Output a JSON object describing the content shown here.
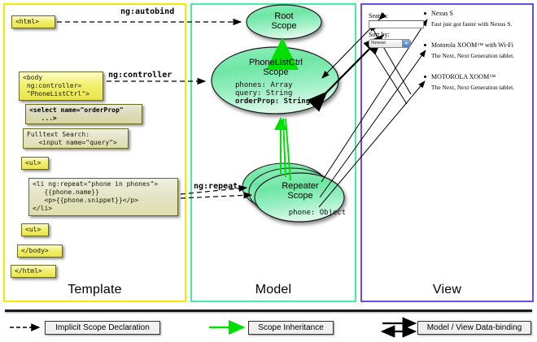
{
  "columns": [
    {
      "id": "template",
      "label": "Template",
      "border_color": "#f2ea00"
    },
    {
      "id": "model",
      "label": "Model",
      "border_color": "#49e9a6"
    },
    {
      "id": "view",
      "label": "View",
      "border_color": "#6a4de0"
    }
  ],
  "template": {
    "boxes": [
      {
        "id": "html-open",
        "text": "<html>"
      },
      {
        "id": "body-open",
        "text": "<body\n ng:controller=\n \"PhoneListCtrl\">"
      },
      {
        "id": "select-tag",
        "text": "<select name=\"orderProp\"\n   ...>"
      },
      {
        "id": "fulltext",
        "text": "Fulltext Search:\n   <input name=\"query\">"
      },
      {
        "id": "ul-open",
        "text": "<ul>"
      },
      {
        "id": "li-repeat",
        "text": "<li ng:repeat=\"phone in phones\">\n   {{phone.name}}\n   <p>{{phone.snippet}}</p>\n</li>"
      },
      {
        "id": "ul-close",
        "text": "<ul>"
      },
      {
        "id": "body-close",
        "text": "</body>"
      },
      {
        "id": "html-close",
        "text": "</html>"
      }
    ]
  },
  "edge_labels": [
    {
      "id": "ng-autobind",
      "text": "ng:autobind"
    },
    {
      "id": "ng-controller",
      "text": "ng:controller"
    },
    {
      "id": "ng-repeat",
      "text": "ng:repeat"
    }
  ],
  "model": {
    "scopes": [
      {
        "id": "root-scope",
        "title": "Root\nScope",
        "props": ""
      },
      {
        "id": "phonelistctrl-scope",
        "title": "PhoneListCtrl\nScope",
        "props_lines": [
          {
            "text": "phones: Array",
            "bold": false
          },
          {
            "text": "query: String",
            "bold": false
          },
          {
            "text": "orderProp: String",
            "bold": true
          }
        ]
      },
      {
        "id": "repeater-scope",
        "title": "Repeater\nScope",
        "props_lines": [
          {
            "text": "phone: Object",
            "bold": false
          }
        ]
      }
    ]
  },
  "view": {
    "search_label": "Search:",
    "search_value": "",
    "sort_label": "Sort by:",
    "sort_selected": "Newest",
    "phones": [
      {
        "name": "Nexus S",
        "snippet": "Fast just got faster with Nexus S."
      },
      {
        "name": "Motorola XOOM™  with Wi-Fi",
        "snippet": "The Next, Next Generation tablet."
      },
      {
        "name": "MOTOROLA XOOM™",
        "snippet": "The Next, Next Generation tablet."
      }
    ]
  },
  "legend": [
    {
      "id": "implicit-scope-declaration",
      "label": "Implicit Scope Declaration",
      "style": "dashed-black"
    },
    {
      "id": "scope-inheritance",
      "label": "Scope Inheritance",
      "style": "solid-green",
      "color": "#00e000"
    },
    {
      "id": "model-view-data-binding",
      "label": "Model / View Data-binding",
      "style": "double-black"
    }
  ]
}
